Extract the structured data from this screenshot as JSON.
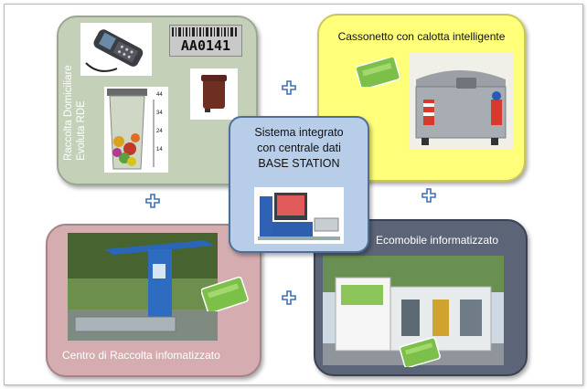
{
  "panels": {
    "top_left": {
      "title_line1": "Raccolta Domiciliare",
      "title_line2": "Evoluta RDE",
      "barcode": "AA0141",
      "scale_marks": [
        "44",
        "34",
        "24",
        "14"
      ]
    },
    "top_right": {
      "title": "Cassonetto con calotta intelligente"
    },
    "bottom_left": {
      "title": "Centro di Raccolta infomatizzato"
    },
    "bottom_right": {
      "title": "Ecomobile  informatizzato"
    },
    "center": {
      "line1": "Sistema integrato",
      "line2": "con centrale dati",
      "line3": "BASE STATION"
    }
  },
  "connectors": {
    "icon": "plus-icon",
    "color": "#3f6fb8"
  },
  "colors": {
    "top_left": "#c5d0b9",
    "top_right": "#ffff7a",
    "bottom_left": "#d5adb0",
    "bottom_right": "#5c6577",
    "center": "#b8cde8"
  }
}
